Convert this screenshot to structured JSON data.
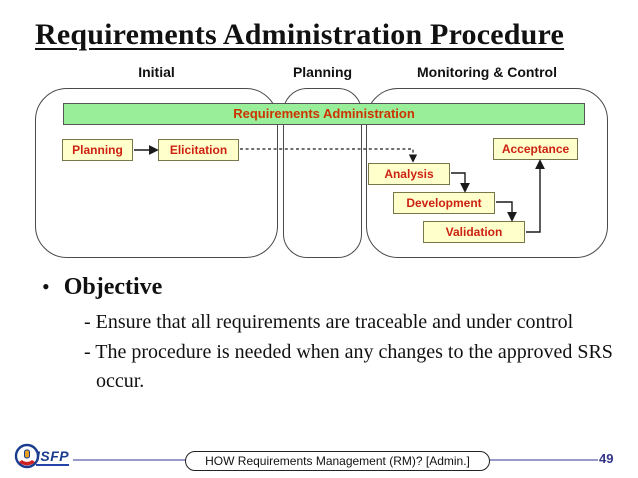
{
  "slide": {
    "title": "Requirements Administration Procedure",
    "page_number": "49",
    "footer_text": "HOW Requirements Management (RM)? [Admin.]",
    "logo_text": "ISFP"
  },
  "diagram": {
    "phases": [
      {
        "label": "Initial"
      },
      {
        "label": "Planning"
      },
      {
        "label": "Monitoring & Control"
      }
    ],
    "banner": "Requirements Administration",
    "boxes": [
      {
        "id": "planning",
        "label": "Planning"
      },
      {
        "id": "elicitation",
        "label": "Elicitation"
      },
      {
        "id": "analysis",
        "label": "Analysis"
      },
      {
        "id": "development",
        "label": "Development"
      },
      {
        "id": "validation",
        "label": "Validation"
      },
      {
        "id": "acceptance",
        "label": "Acceptance"
      }
    ],
    "flow": [
      "Planning -> Elicitation (solid arrow)",
      "Elicitation -> Analysis (dashed arrow)",
      "Analysis -> Development (elbow arrow)",
      "Development -> Validation (elbow arrow)",
      "Validation -> Acceptance (elbow arrow)"
    ],
    "colors": {
      "banner_fill": "#99ee99",
      "banner_text": "#cc3300",
      "box_fill": "#ffffcc",
      "box_border": "#77774a",
      "box_text": "#cc2211",
      "footer_line": "#9999cc",
      "page_number": "#333388"
    }
  },
  "content": {
    "bullet": "Objective",
    "sub_bullets": [
      "- Ensure that all requirements are traceable and under control",
      "- The procedure is needed when any changes to the approved SRS occur."
    ]
  }
}
